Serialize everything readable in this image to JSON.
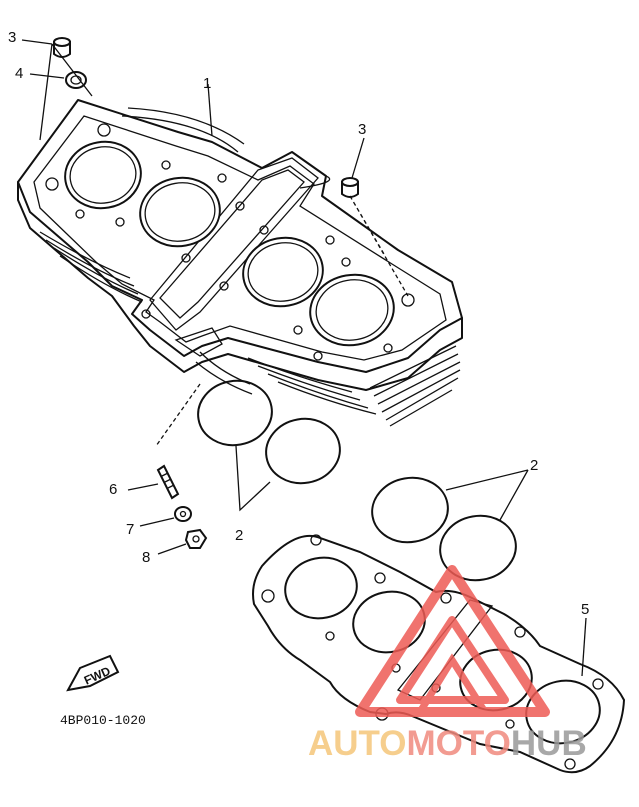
{
  "diagram": {
    "callouts": {
      "c1": "1",
      "c2a": "2",
      "c2b": "2",
      "c3a": "3",
      "c3b": "3",
      "c4": "4",
      "c5": "5",
      "c6": "6",
      "c7": "7",
      "c8": "8"
    },
    "fwd_label": "FWD",
    "part_code": "4BP010-1020"
  },
  "watermark": {
    "part1": "AUTO",
    "part2": "MOTO",
    "part3": "HUB",
    "colors": {
      "auto": "#f5c67a",
      "moto": "#f08a7e",
      "hub": "#9a9a9a",
      "logo": "#ee5b55"
    }
  }
}
